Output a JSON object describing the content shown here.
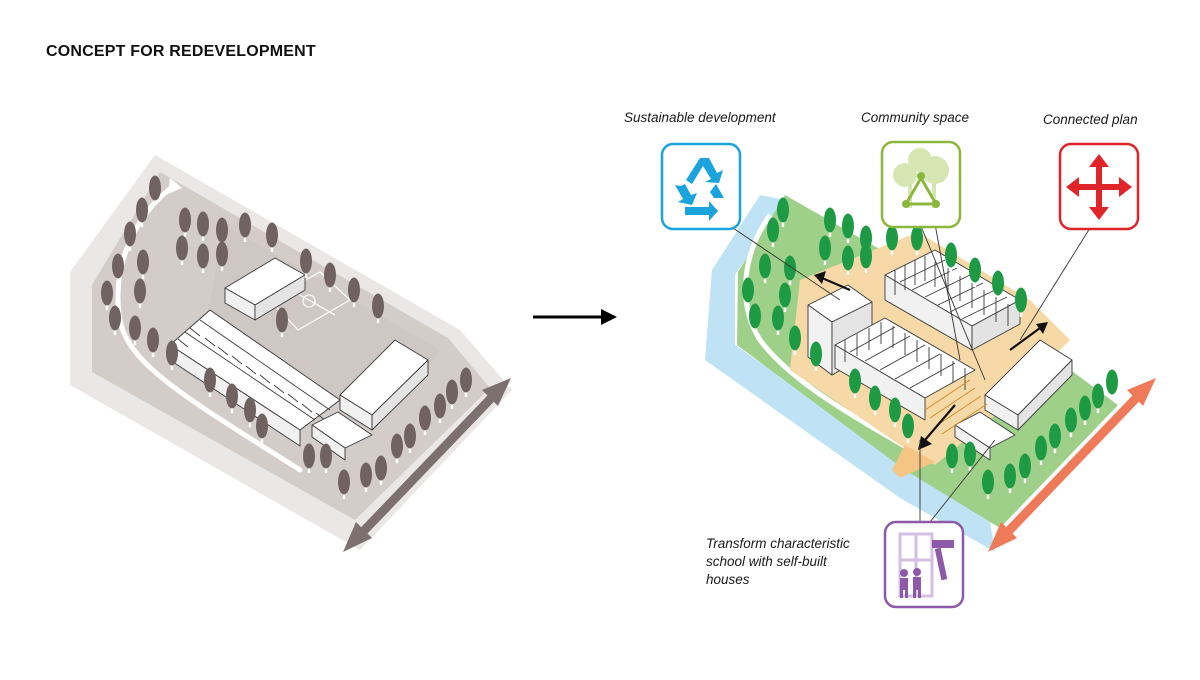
{
  "title": "CONCEPT FOR REDEVELOPMENT",
  "concepts": {
    "sustainable": {
      "label": "Sustainable development",
      "color": "#1aa3dc",
      "icon": "recycle-icon"
    },
    "community": {
      "label": "Community space",
      "color": "#8bb83c",
      "icon": "community-tree-icon"
    },
    "connected": {
      "label": "Connected plan",
      "color": "#e0252a",
      "icon": "four-way-arrow-icon"
    },
    "transform": {
      "lines": [
        "Transform characteristic",
        "school with self-built",
        "houses"
      ],
      "color": "#8e59a8",
      "icon": "self-build-icon"
    }
  },
  "colors": {
    "existing_ground": "#cfc8c5",
    "existing_border": "#ebe7e6",
    "existing_tree": "#6f6260",
    "existing_arrow": "#7d716f",
    "park_green": "#9fd089",
    "tree_green": "#1e9a45",
    "water_blue": "#bfe3f4",
    "plaza_orange": "#f7d9a8",
    "connection_arrow": "#ef7a5a"
  }
}
